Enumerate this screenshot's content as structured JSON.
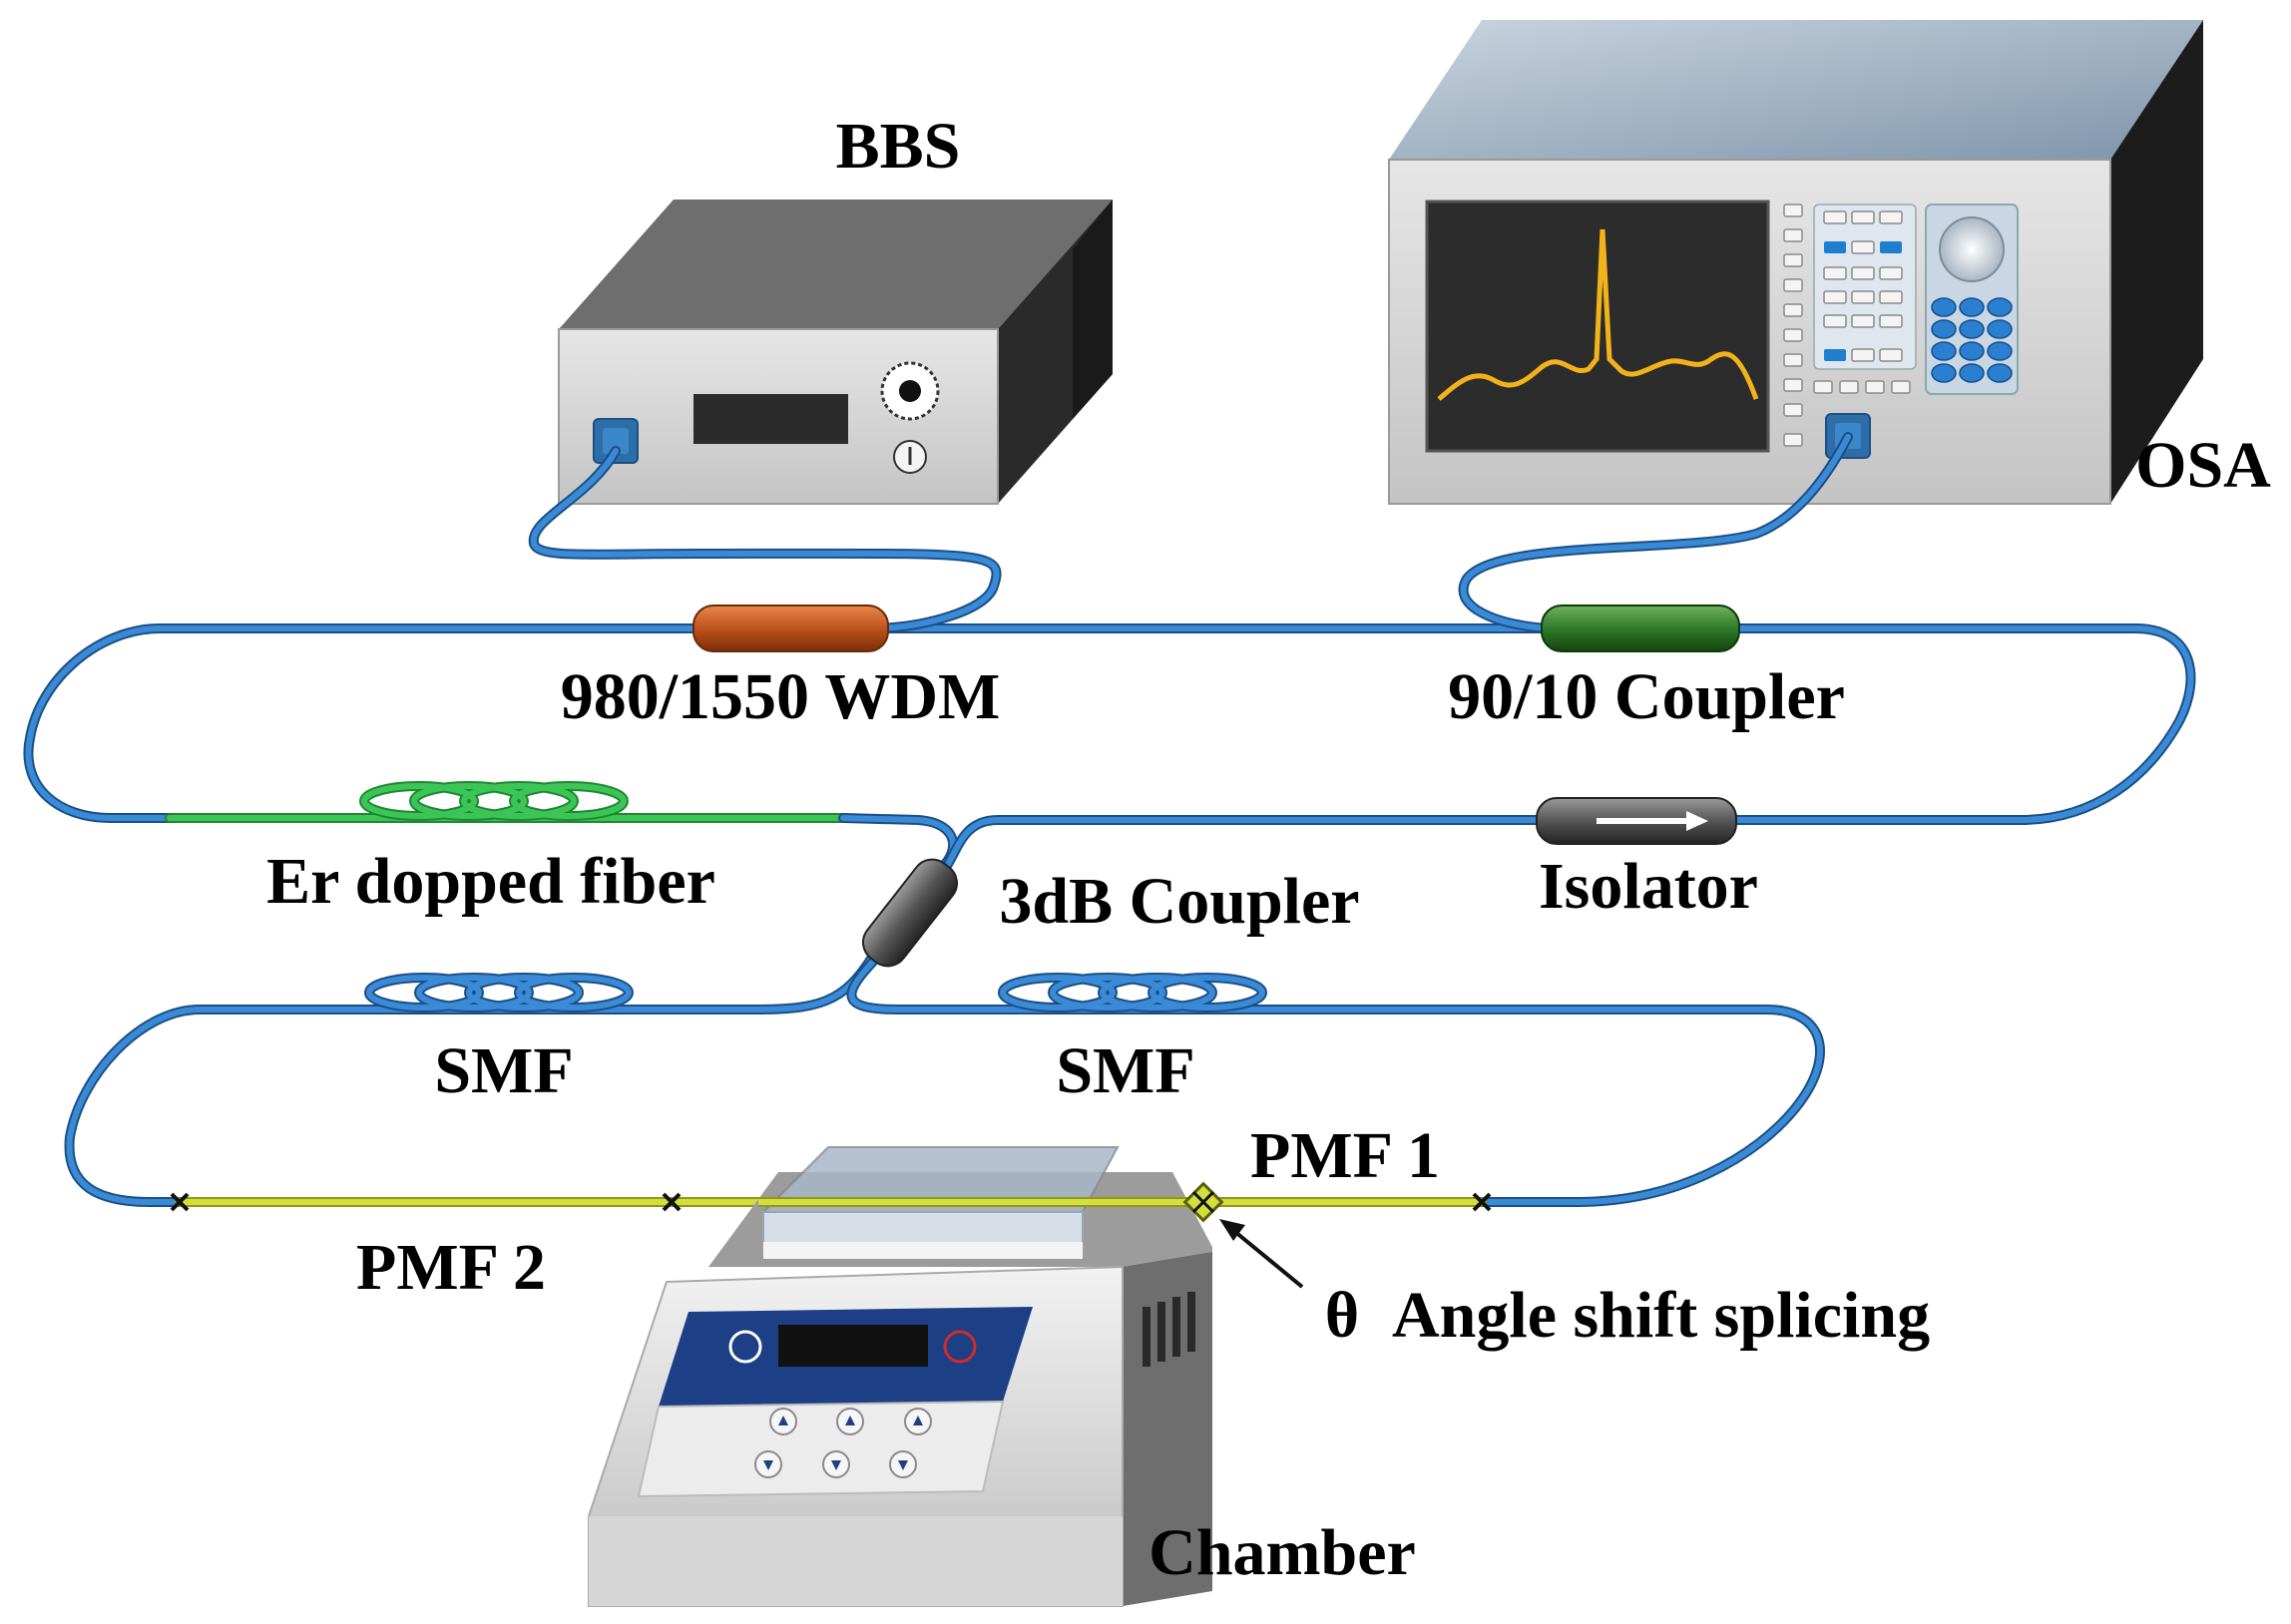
{
  "labels": {
    "bbs": "BBS",
    "osa": "OSA",
    "wdm": "980/1550 WDM",
    "coupler_90_10": "90/10 Coupler",
    "er_fiber": "Er dopped fiber",
    "coupler_3db": "3dB Coupler",
    "isolator": "Isolator",
    "smf_left": "SMF",
    "smf_right": "SMF",
    "pmf1": "PMF 1",
    "pmf2": "PMF 2",
    "theta": "θ",
    "angle_splice": "Angle shift splicing",
    "chamber": "Chamber"
  },
  "colors": {
    "fiber": "#2e7cc4",
    "fiber_edge": "#1b4f86",
    "er_fiber": "#31b54a",
    "pmf": "#c8d43a",
    "wdm": "#c0531c",
    "coupler_90_10": "#2f7a2a",
    "isolator": "#555555",
    "coupler_3db": "#4a4a4a",
    "spectrum_trace": "#f2b21a"
  },
  "icons": {
    "bbs": "light-source-box",
    "osa": "spectrum-analyzer",
    "chamber": "temperature-chamber",
    "splice": "splice-point-x"
  }
}
